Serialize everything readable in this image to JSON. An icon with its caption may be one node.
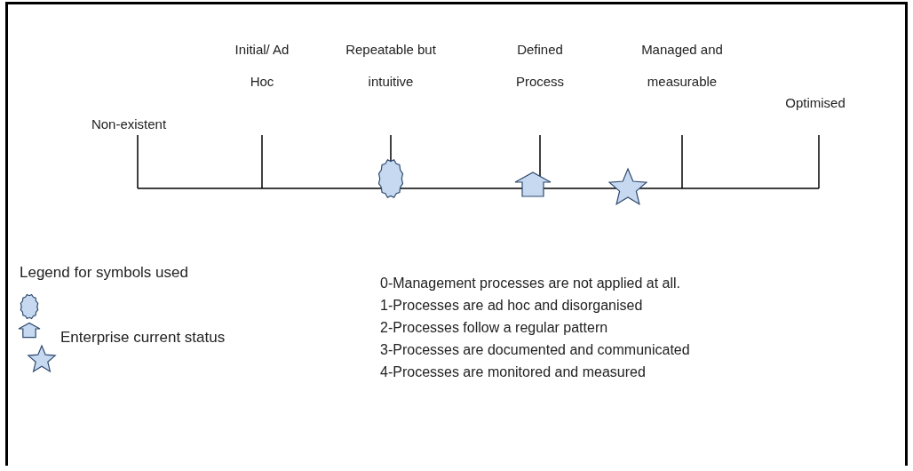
{
  "diagram": {
    "labels": [
      "Non-existent",
      "Initial/ Ad Hoc",
      "Repeatable but intuitive",
      "Defined Process",
      "Managed and measurable",
      "Optimised",
      "Legend for symbols used",
      "0-Management processes are not applied at all.",
      "1-Processes are ad hoc and disorganised",
      "2-Processes follow a regular pattern",
      "3-Processes are documented and communicated",
      "4-Processes are monitored and measured"
    ],
    "legend": [
      {
        "text": "Enterprise current status"
      }
    ]
  }
}
